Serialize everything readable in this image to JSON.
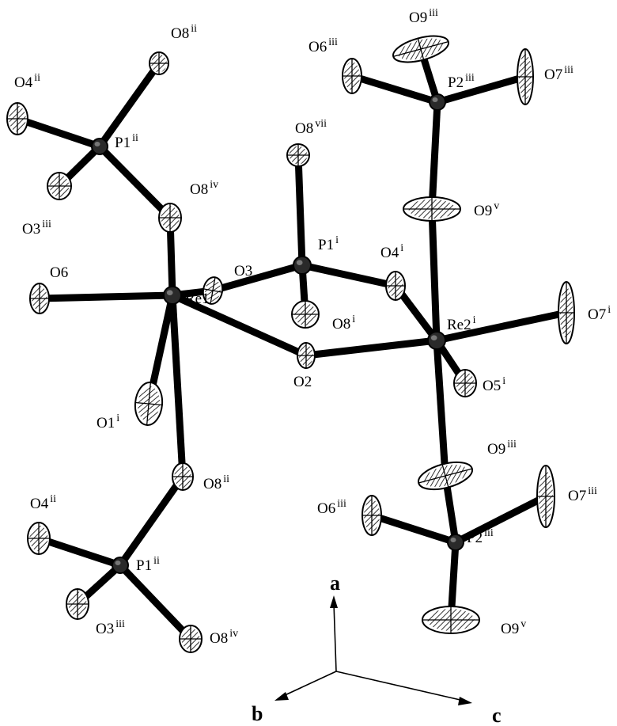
{
  "atoms": [
    {
      "id": "Re1",
      "el": "Re",
      "base": "Re1",
      "sup": ""
    },
    {
      "id": "Re2i",
      "el": "Re",
      "base": "Re2",
      "sup": "i"
    },
    {
      "id": "P1i",
      "el": "P",
      "base": "P1",
      "sup": "i"
    },
    {
      "id": "P1ii_top",
      "el": "P",
      "base": "P1",
      "sup": "ii"
    },
    {
      "id": "P1ii_bot",
      "el": "P",
      "base": "P1",
      "sup": "ii"
    },
    {
      "id": "P2iii_top",
      "el": "P",
      "base": "P2",
      "sup": "iii"
    },
    {
      "id": "P2iii_bot",
      "el": "P",
      "base": "P2",
      "sup": "iii"
    },
    {
      "id": "O2",
      "el": "O",
      "base": "O2",
      "sup": ""
    },
    {
      "id": "O3",
      "el": "O",
      "base": "O3",
      "sup": ""
    },
    {
      "id": "O6",
      "el": "O",
      "base": "O6",
      "sup": ""
    },
    {
      "id": "O1i",
      "el": "O",
      "base": "O1",
      "sup": "i"
    },
    {
      "id": "O8iv_top",
      "el": "O",
      "base": "O8",
      "sup": "iv"
    },
    {
      "id": "O8ii_mid",
      "el": "O",
      "base": "O8",
      "sup": "ii"
    },
    {
      "id": "O8ii_top",
      "el": "O",
      "base": "O8",
      "sup": "ii"
    },
    {
      "id": "O4ii_top",
      "el": "O",
      "base": "O4",
      "sup": "ii"
    },
    {
      "id": "O3iii_top",
      "el": "O",
      "base": "O3",
      "sup": "iii"
    },
    {
      "id": "O4ii_bot",
      "el": "O",
      "base": "O4",
      "sup": "ii"
    },
    {
      "id": "O3iii_bot",
      "el": "O",
      "base": "O3",
      "sup": "iii"
    },
    {
      "id": "O8iv_bot",
      "el": "O",
      "base": "O8",
      "sup": "iv"
    },
    {
      "id": "O8vii",
      "el": "O",
      "base": "O8",
      "sup": "vii"
    },
    {
      "id": "O8i",
      "el": "O",
      "base": "O8",
      "sup": "i"
    },
    {
      "id": "O4i",
      "el": "O",
      "base": "O4",
      "sup": "i"
    },
    {
      "id": "O5i",
      "el": "O",
      "base": "O5",
      "sup": "i"
    },
    {
      "id": "O7i",
      "el": "O",
      "base": "O7",
      "sup": "i"
    },
    {
      "id": "O9v_top",
      "el": "O",
      "base": "O9",
      "sup": "v"
    },
    {
      "id": "O9iii_top",
      "el": "O",
      "base": "O9",
      "sup": "iii"
    },
    {
      "id": "O6iii_top",
      "el": "O",
      "base": "O6",
      "sup": "iii"
    },
    {
      "id": "O7iii_top",
      "el": "O",
      "base": "O7",
      "sup": "iii"
    },
    {
      "id": "O9iii_bot",
      "el": "O",
      "base": "O9",
      "sup": "iii"
    },
    {
      "id": "O6iii_bot",
      "el": "O",
      "base": "O6",
      "sup": "iii"
    },
    {
      "id": "O7iii_bot",
      "el": "O",
      "base": "O7",
      "sup": "iii"
    },
    {
      "id": "O9v_bot",
      "el": "O",
      "base": "O9",
      "sup": "v"
    }
  ],
  "bonds": [
    [
      "Re1",
      "O6"
    ],
    [
      "Re1",
      "O2"
    ],
    [
      "Re1",
      "O3"
    ],
    [
      "Re1",
      "O1i"
    ],
    [
      "Re1",
      "O8iv_top"
    ],
    [
      "Re1",
      "O8ii_mid"
    ],
    [
      "O2",
      "Re2i"
    ],
    [
      "O3",
      "P1i"
    ],
    [
      "P1i",
      "O8vii"
    ],
    [
      "P1i",
      "O8i"
    ],
    [
      "P1i",
      "O4i"
    ],
    [
      "O4i",
      "Re2i"
    ],
    [
      "Re2i",
      "O7i"
    ],
    [
      "Re2i",
      "O5i"
    ],
    [
      "Re2i",
      "O9v_top"
    ],
    [
      "Re2i",
      "O9iii_bot"
    ],
    [
      "O9v_top",
      "P2iii_top"
    ],
    [
      "P2iii_top",
      "O6iii_top"
    ],
    [
      "P2iii_top",
      "O9iii_top"
    ],
    [
      "P2iii_top",
      "O7iii_top"
    ],
    [
      "P1ii_top",
      "O8ii_top"
    ],
    [
      "P1ii_top",
      "O4ii_top"
    ],
    [
      "P1ii_top",
      "O3iii_top"
    ],
    [
      "P1ii_top",
      "O8iv_top"
    ],
    [
      "O8ii_mid",
      "P1ii_bot"
    ],
    [
      "P1ii_bot",
      "O4ii_bot"
    ],
    [
      "P1ii_bot",
      "O3iii_bot"
    ],
    [
      "P1ii_bot",
      "O8iv_bot"
    ],
    [
      "O9iii_bot",
      "P2iii_bot"
    ],
    [
      "P2iii_bot",
      "O6iii_bot"
    ],
    [
      "P2iii_bot",
      "O7iii_bot"
    ],
    [
      "P2iii_bot",
      "O9v_bot"
    ]
  ],
  "axes": {
    "a": "a",
    "b": "b",
    "c": "c"
  },
  "colors": {
    "bond": "#000000",
    "atom_fill": "#ffffff",
    "metal_fill": "#2a2a2a",
    "stroke": "#000000"
  }
}
